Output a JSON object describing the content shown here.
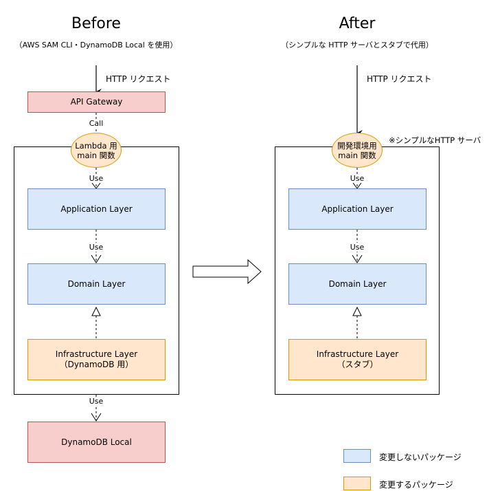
{
  "before": {
    "title": "Before",
    "subtitle": "（AWS SAM CLI・DynamoDB Local を使用）",
    "request_label": "HTTP リクエスト",
    "gateway": "API Gateway",
    "call_label": "Call",
    "entry_line1": "Lambda 用",
    "entry_line2": "main 関数",
    "use1": "Use",
    "application": "Application Layer",
    "use2": "Use",
    "domain": "Domain Layer",
    "infra_line1": "Infrastructure Layer",
    "infra_line2": "（DynamoDB 用）",
    "use3": "Use",
    "dynamodb": "DynamoDB Local"
  },
  "after": {
    "title": "After",
    "subtitle": "（シンプルな HTTP サーバとスタブで代用）",
    "request_label": "HTTP リクエスト",
    "entry_line1": "開発環境用",
    "entry_line2": "main 関数",
    "note": "※シンプルなHTTP サーバ",
    "use1": "Use",
    "application": "Application Layer",
    "use2": "Use",
    "domain": "Domain Layer",
    "infra_line1": "Infrastructure Layer",
    "infra_line2": "（スタブ）"
  },
  "legend": {
    "unchanged": "変更しないパッケージ",
    "changed": "変更するパッケージ"
  },
  "colors": {
    "pink_fill": "#f8cecc",
    "blue_fill": "#dae8fc",
    "orange_fill": "#ffe6cc"
  }
}
